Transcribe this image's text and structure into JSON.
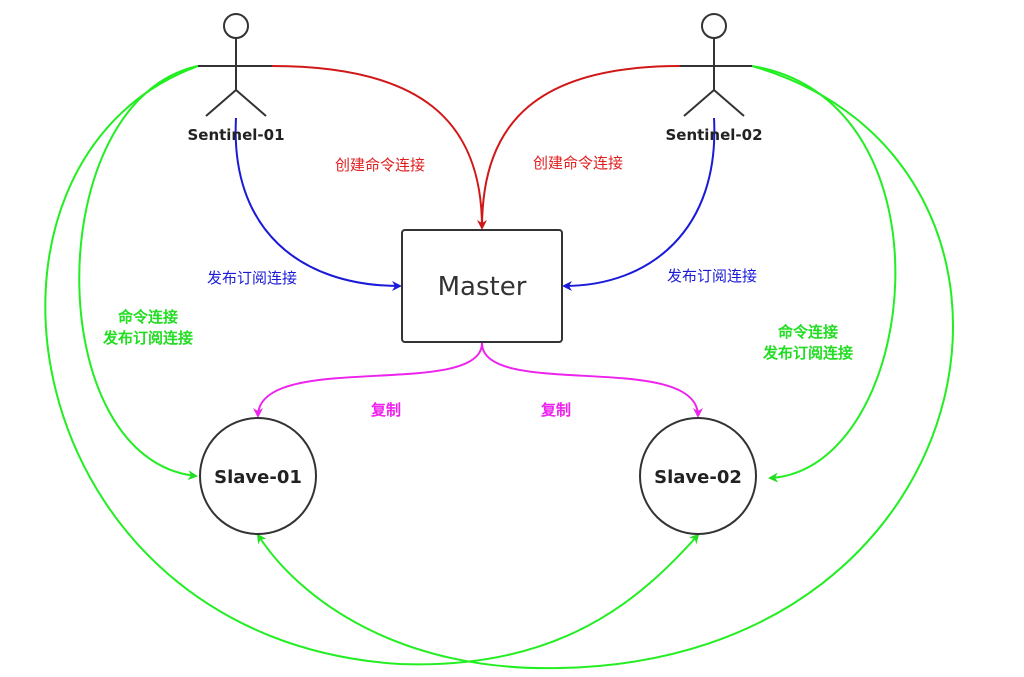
{
  "nodes": {
    "sentinel1": "Sentinel-01",
    "sentinel2": "Sentinel-02",
    "master": "Master",
    "slave1": "Slave-01",
    "slave2": "Slave-02"
  },
  "labels": {
    "cmd_left": "创建命令连接",
    "cmd_right": "创建命令连接",
    "pubsub_left": "发布订阅连接",
    "pubsub_right": "发布订阅连接",
    "repl_left": "复制",
    "repl_right": "复制",
    "green_left_line1": "命令连接",
    "green_left_line2": "发布订阅连接",
    "green_right_line1": "命令连接",
    "green_right_line2": "发布订阅连接"
  },
  "colors": {
    "command": "#e02020",
    "pubsub": "#1a1ad8",
    "replication": "#ee22ee",
    "sentinel_to_slave": "#22ee22",
    "outline": "#333333"
  }
}
